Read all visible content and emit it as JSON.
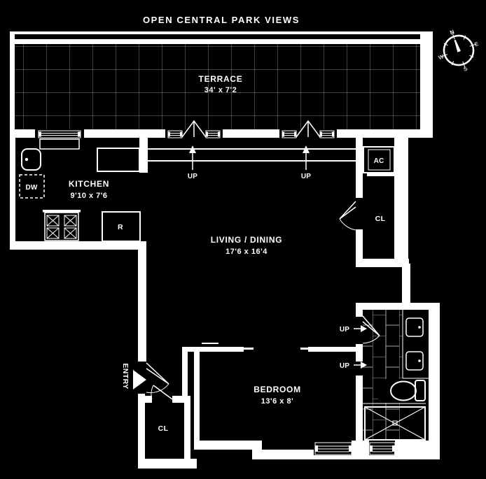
{
  "title": "OPEN CENTRAL PARK VIEWS",
  "compass": {
    "n": "N",
    "e": "E",
    "s": "S",
    "w": "W"
  },
  "rooms": {
    "terrace": {
      "label": "TERRACE",
      "dims": "34' x 7'2"
    },
    "kitchen": {
      "label": "KITCHEN",
      "dims": "9'10 x 7'6"
    },
    "living": {
      "label": "LIVING / DINING",
      "dims": "17'6 x 16'4"
    },
    "bedroom": {
      "label": "BEDROOM",
      "dims": "13'6 x 8'"
    }
  },
  "fixtures": {
    "dishwasher": "DW",
    "refrigerator": "R",
    "air_conditioner": "AC",
    "closet_living": "CL",
    "closet_entry": "CL",
    "entry": "ENTRY"
  },
  "stairs": {
    "up": "UP"
  },
  "colors": {
    "background": "#000000",
    "walls": "#ffffff",
    "terrace_grid": "#7f7f7f",
    "bath_tile": "#a8a8a8"
  }
}
